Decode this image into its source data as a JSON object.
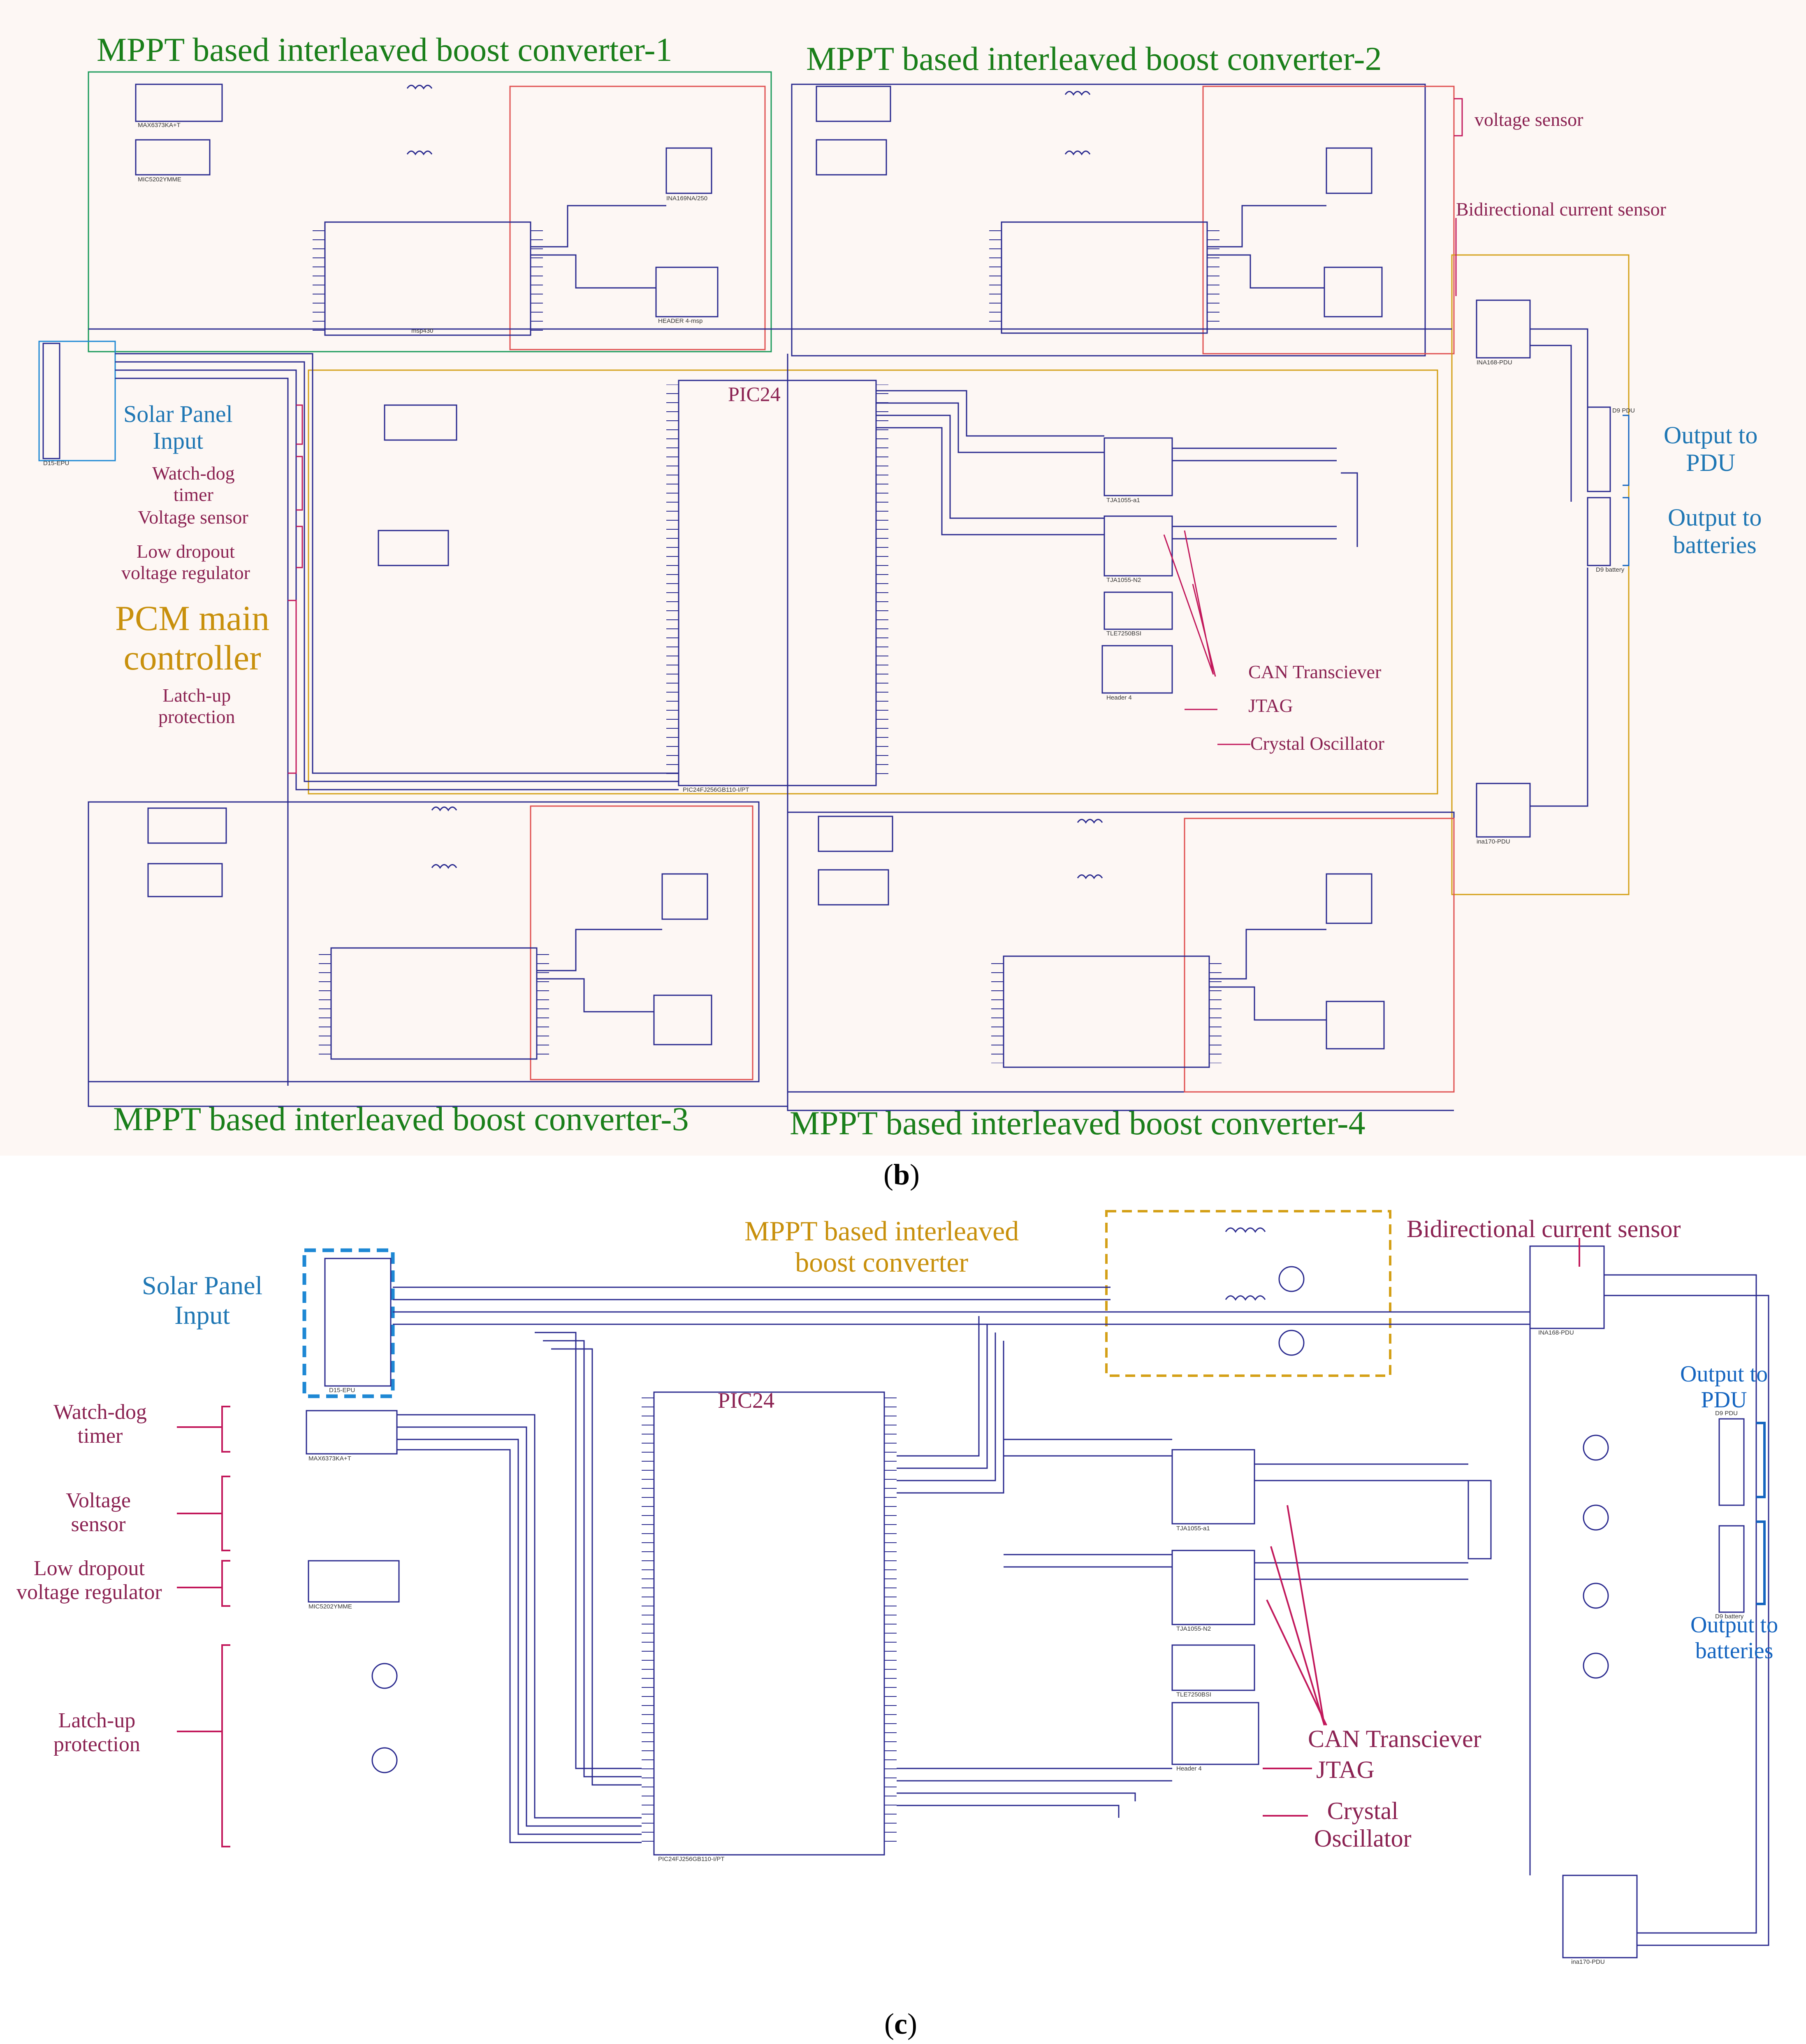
{
  "colors": {
    "green": "#1a7f1a",
    "maroon": "#8b2252",
    "blue": "#1f77b4",
    "gold": "#c8900c",
    "wire": "#2b2b8f",
    "red_box": "#e05050",
    "dashed_blue": "#1e88d4",
    "dashed_gold": "#d4a017",
    "bracket_pink": "#c2185b",
    "bracket_blue": "#1565c0"
  },
  "panel_b": {
    "caption_open": "(",
    "caption_letter": "b",
    "caption_close": ")",
    "converter_1": "MPPT based interleaved boost converter-1",
    "converter_2": "MPPT based interleaved boost converter-2",
    "converter_3": "MPPT based interleaved boost converter-3",
    "converter_4": "MPPT based interleaved boost converter-4",
    "voltage_sensor_top": "voltage sensor",
    "bidir_current_sensor": "Bidirectional current sensor",
    "solar_panel_input": "Solar Panel\nInput",
    "watch_dog_timer": "Watch-dog\ntimer",
    "voltage_sensor": "Voltage sensor",
    "low_dropout": "Low dropout\nvoltage regulator",
    "pcm_main_controller": "PCM main\ncontroller",
    "latch_up": "Latch-up\nprotection",
    "pic24": "PIC24",
    "can_transceiver": "CAN Transciever",
    "jtag": "JTAG",
    "crystal_osc": "Crystal Oscillator",
    "output_pdu": "Output to\nPDU",
    "output_batteries": "Output to\nbatteries",
    "parts": [
      "MAX6373KA+T",
      "MIC5202YMME",
      "INA169NA/250",
      "HEADER 4-msp",
      "msp430",
      "PIC24FJ256GB110-I/PT",
      "TJA1055-a1",
      "TJA1055-N2",
      "TLE7250BSI",
      "INA168-PDU",
      "ina170-PDU",
      "D9 PDU",
      "D9 battery",
      "D15-EPU",
      "Header 4"
    ]
  },
  "panel_c": {
    "caption_open": "(",
    "caption_letter": "c",
    "caption_close": ")",
    "solar_panel_input": "Solar Panel\nInput",
    "mppt_converter": "MPPT based interleaved\nboost converter",
    "bidir_current_sensor": "Bidirectional current sensor",
    "watch_dog_timer": "Watch-dog\ntimer",
    "voltage_sensor": "Voltage\nsensor",
    "low_dropout": "Low dropout\nvoltage regulator",
    "latch_up": "Latch-up\nprotection",
    "pic24": "PIC24",
    "can_transceiver": "CAN Transciever",
    "jtag": "JTAG",
    "crystal_osc": "Crystal\nOscillator",
    "output_pdu": "Output to\nPDU",
    "output_batteries": "Output to\nbatteries",
    "parts": [
      "MAX6373KA+T",
      "MIC5202YMME",
      "PIC24FJ256GB110-I/PT",
      "TJA1055-a1",
      "TJA1055-N2",
      "TLE7250BSI",
      "INA168-PDU",
      "ina170-PDU",
      "D9 PDU",
      "D9 battery",
      "D15-EPU",
      "Header 4"
    ]
  }
}
